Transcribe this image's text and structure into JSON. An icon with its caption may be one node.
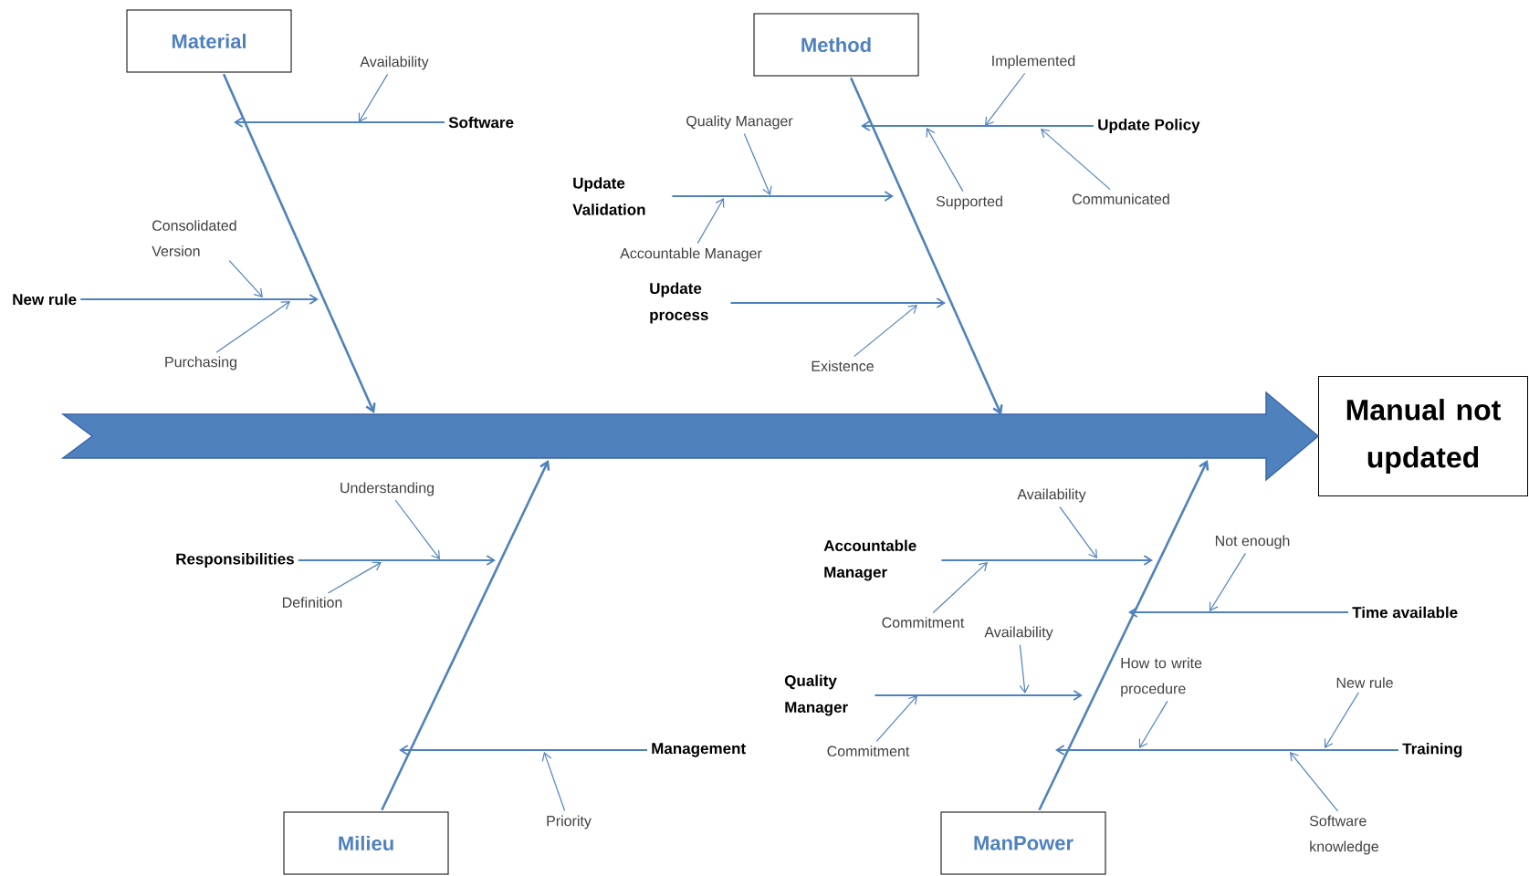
{
  "diagram": {
    "nodes": [
      {
        "text": [
          "Material"
        ]
      },
      {
        "text": [
          "Method"
        ]
      },
      {
        "text": [
          "Milieu"
        ]
      },
      {
        "text": [
          "ManPower"
        ]
      },
      {
        "text": [
          "Manual not updated"
        ]
      },
      {
        "text": [
          "Software"
        ]
      },
      {
        "text": [
          "New rule"
        ]
      },
      {
        "text": [
          "Update Validation"
        ]
      },
      {
        "text": [
          "Update Policy"
        ]
      },
      {
        "text": [
          "Update process"
        ]
      },
      {
        "text": [
          "Responsibilities"
        ]
      },
      {
        "text": [
          "Management"
        ]
      },
      {
        "text": [
          "Accountable Manager"
        ]
      },
      {
        "text": [
          "Time available"
        ]
      },
      {
        "text": [
          "Quality Manager"
        ]
      },
      {
        "text": [
          "Training"
        ]
      },
      {
        "text": [
          "Availability"
        ]
      },
      {
        "text": [
          "Consolidated Version"
        ]
      },
      {
        "text": [
          "Purchasing"
        ]
      },
      {
        "text": [
          "Implemented"
        ]
      },
      {
        "text": [
          "Quality Manager"
        ]
      },
      {
        "text": [
          "Supported"
        ]
      },
      {
        "text": [
          "Communicated"
        ]
      },
      {
        "text": [
          "Accountable Manager"
        ]
      },
      {
        "text": [
          "Existence"
        ]
      },
      {
        "text": [
          "Understanding"
        ]
      },
      {
        "text": [
          "Definition"
        ]
      },
      {
        "text": [
          "Priority"
        ]
      },
      {
        "text": [
          "Availability"
        ]
      },
      {
        "text": [
          "Commitment"
        ]
      },
      {
        "text": [
          "Not enough"
        ]
      },
      {
        "text": [
          "Availability"
        ]
      },
      {
        "text": [
          "Commitment"
        ]
      },
      {
        "text": [
          "How to write procedure"
        ]
      },
      {
        "text": [
          "New rule"
        ]
      },
      {
        "text": [
          "Software knowledge"
        ]
      }
    ],
    "edges": [
      {
        "from": null,
        "to": 4,
        "arrow": "to",
        "style": "thick"
      },
      {
        "from": 0,
        "to": null,
        "arrow": "to"
      },
      {
        "from": 1,
        "to": null,
        "arrow": "to"
      },
      {
        "from": 2,
        "to": null,
        "arrow": "to"
      },
      {
        "from": 3,
        "to": null,
        "arrow": "to"
      },
      {
        "from": 5,
        "to": null,
        "arrow": "to"
      },
      {
        "from": 6,
        "to": null,
        "arrow": "to"
      },
      {
        "from": 7,
        "to": null,
        "arrow": "to"
      },
      {
        "from": 8,
        "to": null,
        "arrow": "to"
      },
      {
        "from": 9,
        "to": null,
        "arrow": "to"
      },
      {
        "from": 10,
        "to": null,
        "arrow": "to"
      },
      {
        "from": 11,
        "to": null,
        "arrow": "to"
      },
      {
        "from": 12,
        "to": null,
        "arrow": "to"
      },
      {
        "from": 13,
        "to": null,
        "arrow": "to"
      },
      {
        "from": 14,
        "to": null,
        "arrow": "to"
      },
      {
        "from": 15,
        "to": null,
        "arrow": "to"
      },
      {
        "from": 16,
        "to": null,
        "arrow": "to"
      },
      {
        "from": 17,
        "to": null,
        "arrow": "to"
      },
      {
        "from": 18,
        "to": null,
        "arrow": "to"
      },
      {
        "from": 19,
        "to": null,
        "arrow": "to"
      },
      {
        "from": 20,
        "to": null,
        "arrow": "to"
      },
      {
        "from": 21,
        "to": null,
        "arrow": "to"
      },
      {
        "from": 22,
        "to": null,
        "arrow": "to"
      },
      {
        "from": 23,
        "to": null,
        "arrow": "to"
      },
      {
        "from": 24,
        "to": null,
        "arrow": "to"
      },
      {
        "from": 25,
        "to": null,
        "arrow": "to"
      },
      {
        "from": 26,
        "to": null,
        "arrow": "to"
      },
      {
        "from": 27,
        "to": null,
        "arrow": "to"
      },
      {
        "from": 28,
        "to": null,
        "arrow": "to"
      },
      {
        "from": 29,
        "to": null,
        "arrow": "to"
      },
      {
        "from": 30,
        "to": null,
        "arrow": "to"
      },
      {
        "from": 31,
        "to": null,
        "arrow": "to"
      },
      {
        "from": 32,
        "to": null,
        "arrow": "to"
      },
      {
        "from": 33,
        "to": null,
        "arrow": "to"
      },
      {
        "from": 34,
        "to": null,
        "arrow": "to"
      },
      {
        "from": 35,
        "to": null,
        "arrow": "to"
      }
    ]
  }
}
